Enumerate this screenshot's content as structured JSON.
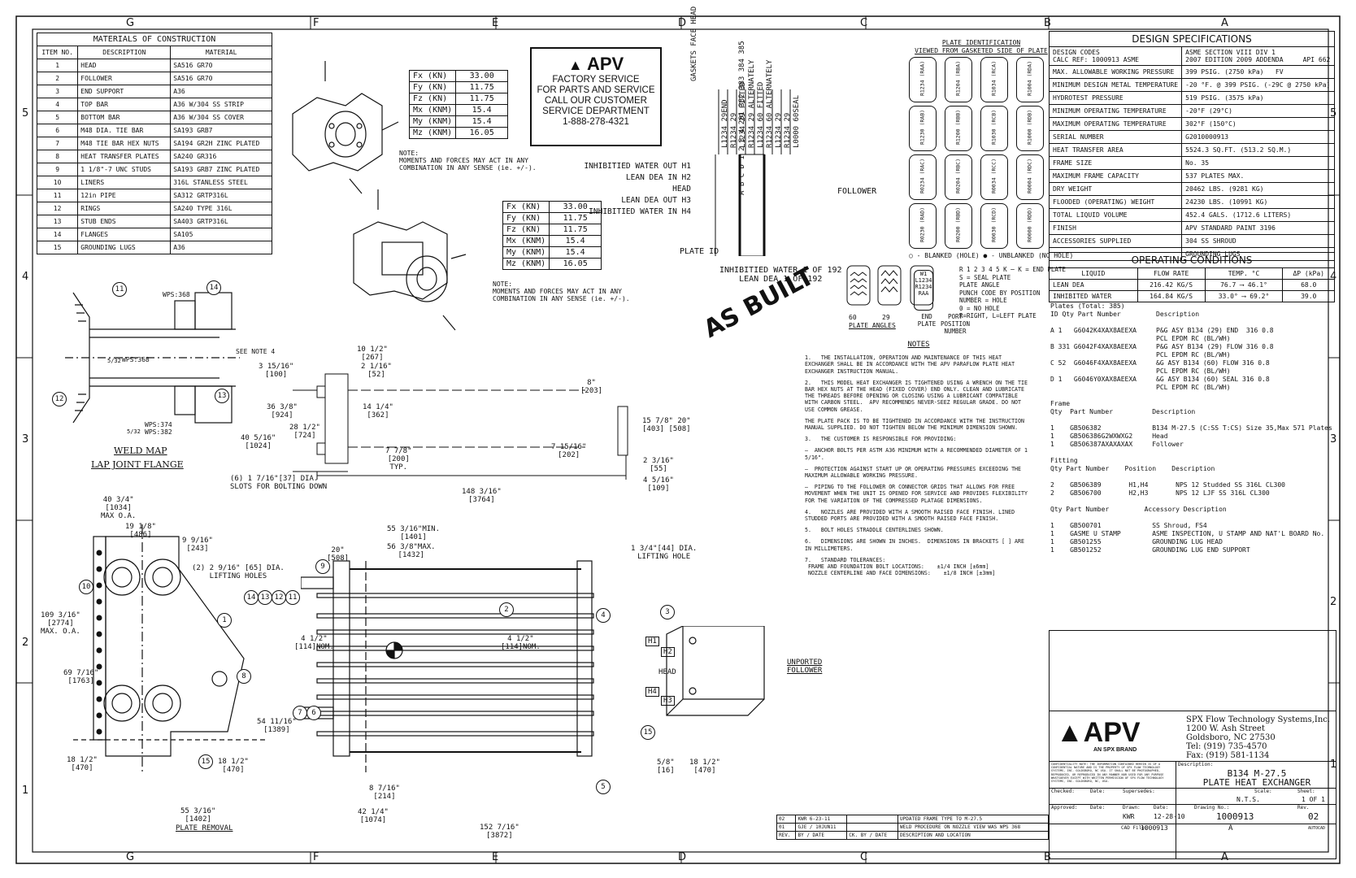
{
  "zones_top": [
    "G",
    "F",
    "E",
    "D",
    "C",
    "B",
    "A"
  ],
  "zones_side": [
    "5",
    "4",
    "3",
    "2",
    "1"
  ],
  "materials": {
    "title": "MATERIALS OF CONSTRUCTION",
    "headers": [
      "ITEM NO.",
      "DESCRIPTION",
      "MATERIAL"
    ],
    "rows": [
      [
        "1",
        "HEAD",
        "SA516 GR70"
      ],
      [
        "2",
        "FOLLOWER",
        "SA516 GR70"
      ],
      [
        "3",
        "END SUPPORT",
        "A36"
      ],
      [
        "4",
        "TOP BAR",
        "A36 W/304 SS STRIP"
      ],
      [
        "5",
        "BOTTOM BAR",
        "A36 W/304 SS COVER"
      ],
      [
        "6",
        "M48 DIA. TIE BAR",
        "SA193 GRB7"
      ],
      [
        "7",
        "M48 TIE BAR HEX NUTS",
        "SA194 GR2H ZINC PLATED"
      ],
      [
        "8",
        "HEAT TRANSFER PLATES",
        "SA240 GR316"
      ],
      [
        "9",
        "1 1/8\"-7 UNC STUDS",
        "SA193 GRB7 ZINC PLATED"
      ],
      [
        "10",
        "LINERS",
        "316L STANLESS STEEL"
      ],
      [
        "11",
        "12in PIPE",
        "SA312 GRTP316L"
      ],
      [
        "12",
        "RINGS",
        "SA240 TYPE 316L"
      ],
      [
        "13",
        "STUB ENDS",
        "SA403 GRTP316L"
      ],
      [
        "14",
        "FLANGES",
        "SA105"
      ],
      [
        "15",
        "GROUNDING LUGS",
        "A36"
      ]
    ]
  },
  "forces": {
    "rows": [
      [
        "Fx (KN)",
        "33.00"
      ],
      [
        "Fy (KN)",
        "11.75"
      ],
      [
        "Fz (KN)",
        "11.75"
      ],
      [
        "Mx (KNM)",
        "15.4"
      ],
      [
        "My (KNM)",
        "15.4"
      ],
      [
        "Mz (KNM)",
        "16.05"
      ]
    ],
    "note": "NOTE:\nMOMENTS AND FORCES MAY ACT IN ANY\nCOMBINATION IN ANY SENSE (ie. +/-)."
  },
  "apv_service": {
    "brand": "APV",
    "lines": [
      "FACTORY SERVICE",
      "FOR PARTS AND SERVICE",
      "CALL OUR CUSTOMER",
      "SERVICE DEPARTMENT",
      "1-888-278-4321"
    ]
  },
  "plate_pack": {
    "vertical_labels": [
      "L1234 29END",
      "R1234 29",
      "L1234 29 FITTED",
      "R1234 29 ALTERNATELY",
      "L1234 60 FITTED",
      "R1234 60 ALTERNATELY",
      "L1234 29",
      "R1234 29",
      "L0000 60SEAL"
    ],
    "left_labels": [
      "INHIBITIED WATER OUT H1",
      "LEAN DEA IN H2",
      "HEAD",
      "LEAN DEA OUT H3",
      "INHIBITIED WATER IN H4"
    ],
    "face_label": "GASKETS FACE HEAD",
    "plate_ids": "A B C D 1 2 3 4 281 382 383 384 385",
    "plate_id_label": "PLATE ID",
    "follower": "FOLLOWER",
    "summary": [
      "INHIBITIED WATER 1 OF 192",
      "LEAN DEA 1 OF 192"
    ]
  },
  "plate_identification": {
    "title": "PLATE IDENTIFICATION",
    "subtitle": "VIEWED FROM GASKETED SIDE OF PLATE",
    "rows": [
      [
        "R1234 (RAA)",
        "R1204 (RBA)",
        "R1034 (RCA)",
        "R1004 (RDA)"
      ],
      [
        "R1230 (RAB)",
        "R1200 (RBB)",
        "R1030 (RCB)",
        "R1000 (RDB)"
      ],
      [
        "R0234 (RAC)",
        "R0204 (RBC)",
        "R0034 (RCC)",
        "R0004 (RDC)"
      ],
      [
        "R0230 (RAD)",
        "R0200 (RBD)",
        "R0030 (RCD)",
        "R0000 (RDD)"
      ]
    ],
    "legend": "○ - BLANKED (HOLE)   ● - UNBLANKED (NO HOLE)",
    "angles": [
      "60",
      "29"
    ],
    "angles_label": "PLATE ANGLES",
    "end_plate": [
      "W1",
      "L1234",
      "R1234",
      "RAA"
    ],
    "bottom_labels": [
      "END PLATE",
      "PORT POSITION NUMBER"
    ],
    "code_lines": [
      "R 1 2 3 4 5 K  ─ K = END PLATE",
      "S = SEAL PLATE",
      "PLATE ANGLE",
      "PUNCH CODE BY POSITION",
      "NUMBER = HOLE",
      "0 = NO HOLE",
      "R=RIGHT, L=LEFT PLATE"
    ]
  },
  "design_specs": {
    "title": "DESIGN SPECIFICATIONS",
    "rows": [
      [
        "DESIGN CODES\nCALC REF: 1000913 ASME",
        "ASME SECTION VIII DIV 1\n2007 EDITION 2009 ADDENDA     API 662"
      ],
      [
        "MAX. ALLOWABLE WORKING PRESSURE",
        "399 PSIG. (2750 kPa)   FV"
      ],
      [
        "MINIMUM DESIGN METAL TEMPERATURE",
        "-20 °F. @ 399 PSIG. (-29C @ 2750 kPa)"
      ],
      [
        "HYDROTEST PRESSURE",
        "519 PSIG. (3575 kPa)"
      ],
      [
        "MINIMUM OPERATING TEMPERATURE",
        "-20°F (29°C)"
      ],
      [
        "MAXIMUM OPERATING TEMPERATURE",
        "302°F (150°C)"
      ],
      [
        "SERIAL NUMBER",
        "G2010000913"
      ],
      [
        "HEAT TRANSFER AREA",
        "5524.3 SQ.FT. (513.2 SQ.M.)"
      ],
      [
        "FRAME SIZE",
        "No. 35"
      ],
      [
        "MAXIMUM FRAME CAPACITY",
        "537 PLATES MAX."
      ],
      [
        "DRY WEIGHT",
        "20462 LBS. (9281 KG)"
      ],
      [
        "FLOODED (OPERATING) WEIGHT",
        "24230 LBS. (10991 KG)"
      ],
      [
        "TOTAL LIQUID VOLUME",
        "452.4 GALS. (1712.6 LITERS)"
      ],
      [
        "FINISH",
        "APV STANDARD PAINT 3196"
      ],
      [
        "ACCESSORIES SUPPLIED",
        "304 SS SHROUD"
      ],
      [
        "",
        "GROUNDING LUGS"
      ]
    ]
  },
  "operating": {
    "title": "OPERATING CONDITIONS",
    "headers": [
      "LIQUID",
      "FLOW RATE",
      "TEMP.  °C",
      "ΔP (kPa)"
    ],
    "rows": [
      [
        "LEAN DEA",
        "216.42 KG/S",
        "76.7 ⟶ 46.1°",
        "68.0"
      ],
      [
        "INHIBITED WATER",
        "164.84 KG/S",
        "33.0° ⟶ 69.2°",
        "39.0"
      ]
    ]
  },
  "parts_list": "Plates (Total: 385)\nID Qty Part Number         Description\n\nA 1   G6042K4XAX8AEEXA     P&G ASY B134 (29) END  316 0.8\n                           PCL EPDM RC (BL/WH)\nB 331 G6042F4XAX8AEEXA     P&G ASY B134 (29) FLOW 316 0.8\n                           PCL EPDM RC (BL/WH)\nC 52  G6046F4XAX8AEEXA     &G ASY B134 (60) FLOW 316 0.8\n                           PCL EPDM RC (BL/WH)\nD 1   G6046Y0XAX8AEEXA     &G ASY B134 (60) SEAL 316 0.8\n                           PCL EPDM RC (BL/WH)\n\nFrame\nQty  Part Number          Description\n\n1    GB506382             B134 M-27.5 (C:SS T:CS) Size 35,Max 571 Plates\n1    GB506386G2WXWXG2     Head\n1    GB506387AXAXAXAX     Follower\n\nFitting\nQty Part Number    Position    Description\n\n2    GB506389       H1,H4       NPS 12 Studded SS 316L CL300\n2    GB506700       H2,H3       NPS 12 LJF SS 316L CL300\n\nQty Part Number         Accessory Description\n\n1    GB500701             SS Shroud, FS4\n1    GASME U STAMP        ASME INSPECTION, U STAMP AND NAT'L BOARD No.\n1    GB501255             GROUNDING LUG HEAD\n1    GB501252             GROUNDING LUG END SUPPORT",
  "notes": {
    "title": "NOTES",
    "items": [
      "1.   THE INSTALLATION, OPERATION AND MAINTENANCE OF THIS HEAT EXCHANGER SHALL BE IN ACCORDANCE WITH THE APV PARAFLOW PLATE HEAT EXCHANGER INSTRUCTION MANUAL.",
      "2.   THIS MODEL HEAT EXCHANGER IS TIGHTENED USING A WRENCH ON THE TIE BAR HEX NUTS AT THE HEAD (FIXED COVER) END ONLY. CLEAN AND LUBRICATE THE THREADS BEFORE OPENING OR CLOSING USING A LUBRICANT COMPATIBLE WITH CARBON STEEL.  APV RECOMMENDS NEVER-SEEZ REGULAR GRADE. DO NOT USE COMMON GREASE.",
      "THE PLATE PACK IS TO BE TIGHTENED IN ACCORDANCE WITH THE INSTRUCTION MANUAL SUPPLIED. DO NOT TIGHTEN BELOW THE MINIMUM DIMENSION SHOWN.",
      "3.   THE CUSTOMER IS RESPONSIBLE FOR PROVIDING:",
      "–  ANCHOR BOLTS PER ASTM A36 MINIMUM WITH A RECOMMENDED DIAMETER OF 1 5/16\".",
      "–  PROTECTION AGAINST START UP OR OPERATING PRESSURES EXCEEDING THE MAXIMUM ALLOWABLE WORKING PRESSURE.",
      "–  PIPING TO THE FOLLOWER OR CONNECTOR GRIDS THAT ALLOWS FOR FREE MOVEMENT WHEN THE UNIT IS OPENED FOR SERVICE AND PROVIDES FLEXIBILITY FOR THE VARIATION OF THE COMPRESSED PLATAGE DIMENSIONS.",
      "4.   NOZZLES ARE PROVIDED WITH A SMOOTH RAISED FACE FINISH. LINED STUDDED PORTS ARE PROVIDED WITH A SMOOTH RAISED FACE FINISH.",
      "5.   BOLT HOLES STRADDLE CENTERLINES SHOWN.",
      "6.   DIMENSIONS ARE SHOWN IN INCHES.  DIMENSIONS IN BRACKETS [ ] ARE IN MILLIMETERS.",
      "7.   STANDARD TOLERANCES:\n FRAME AND FOUNDATION BOLT LOCATIONS:    ±1/4 INCH [±6mm]\n NOZZLE CENTERLINE AND FACE DIMENSIONS:    ±1/8 INCH [±3mm]"
    ]
  },
  "as_built": "AS BUILT",
  "weld_map": {
    "title1": "WELD MAP",
    "title2": "LAP JOINT FLANGE",
    "wps": [
      "WPS:368",
      "WPS:368",
      "WPS:374",
      "WPS:382"
    ],
    "fillets": [
      "5/32",
      "5/32"
    ],
    "see_note": "SEE NOTE 4",
    "balloons": [
      "11",
      "14",
      "12",
      "13"
    ]
  },
  "dims": {
    "d1": "10 1/2\"\n[267]",
    "d2": "3 15/16\"\n[100]",
    "d3": "2 1/16\"\n[52]",
    "d4": "36 3/8\"\n[924]",
    "d5": "14 1/4\"\n[362]",
    "d6": "28 1/2\"\n[724]",
    "d7": "40 5/16\"\n[1024]",
    "d8": "7 7/8\"\n[200]\nTYP.",
    "d9": "(6) 1 7/16\"[37] DIA.\nSLOTS FOR BOLTING DOWN",
    "d10": "148 3/16\"\n[3764]",
    "d11": "8\"\n[203]",
    "d12": "15 7/8\" 20\"\n[403] [508]",
    "d13": "7 15/16\"\n[202]",
    "d14": "2 3/16\"\n[55]",
    "d15": "4 5/16\"\n[109]",
    "f1": "40 3/4\"\n[1034]\nMAX O.A.",
    "f2": "19 1/8\"\n[486]",
    "f3": "9 9/16\"\n[243]",
    "f4": "(2) 2 9/16\" [65] DIA.\nLIFTING HOLES",
    "f5": "109 3/16\"\n[2774]\nMAX. O.A.",
    "f6": "69 7/16\"\n[1763]",
    "f7": "18 1/2\"\n[470]",
    "f8": "18 1/2\"\n[470]",
    "f9": "55 3/16\"\n[1402]",
    "f10": "PLATE REMOVAL",
    "s1": "55 3/16\"MIN.\n[1401]",
    "s2": "56 3/8\"MAX.\n[1432]",
    "s3": "20\"\n[508]",
    "s4": "1 3/4\"[44] DIA.\nLIFTING HOLE",
    "s5": "4 1/2\"\n[114]NOM.",
    "s6": "4 1/2\"\n[114]NOM.",
    "s7": "54 11/16\"\n[1389]",
    "s8": "5/8\"\n[16]",
    "s9": "18 1/2\"\n[470]",
    "s10": "8 7/16\"\n[214]",
    "s11": "42 1/4\"\n[1074]",
    "s12": "152 7/16\"\n[3872]",
    "h_labels": [
      "H1",
      "H2",
      "H3",
      "H4"
    ],
    "head_lbl": "HEAD",
    "unported": "UNPORTED\nFOLLOWER"
  },
  "title_block": {
    "company": "SPX Flow Technology Systems,Inc.",
    "address1": "1200 W. Ash Street",
    "address2": "Goldsboro, NC   27530",
    "tel": "Tel: (919) 735-4570",
    "fax": "Fax: (919) 581-1134",
    "brand": "APV",
    "brand_sub": "AN SPX BRAND",
    "confidential": "CONFIDENTIALITY NOTE: THE INFORMATION CONTAINED HEREIN IS OF A CONFIDENTIAL NATURE AND IS THE PROPERTY OF SPX FLOW TECHNOLOGY SYSTEMS, INC. GOLDSBORO, NC USA. IT SHALL NOT BE PHOTOGRAPHED, REPRODUCED, OR REPRODUCED IN ANY MANNER NOR USED FOR ANY PURPOSE WHATSOEVER EXCEPT WITH WRITTEN PERMISSION OF SPX FLOW TECHNOLOGY SYSTEMS, INC. GOLDSBORO, NC, USA.",
    "description_label": "Description:",
    "description": "B134 M-27.5\nPLATE HEAT EXCHANGER",
    "checked": "Checked:",
    "date": "Date:",
    "supersedes": "Supersedes:",
    "scale_label": "Scale:",
    "scale": "N.T.S.",
    "sheet_label": "Sheet:",
    "sheet": "1 OF 1",
    "approved": "Approved:",
    "drawn_label": "Drawn:",
    "drawn": "KWR",
    "date2": "12-28-10",
    "drawing_no_label": "Drawing No.:",
    "drawing_no": "1000913",
    "rev_label": "Rev.",
    "rev": "02",
    "cad": "CAD File:",
    "cad_file": "1000913",
    "sz": "A",
    "autocad": "AUTOCAD"
  },
  "revisions": {
    "rows": [
      [
        "02",
        "KWR 6-23-11",
        "",
        "UPDATED FRAME TYPE TO M-27.5"
      ],
      [
        "01",
        "GJE / 10JUN11",
        "",
        "WELD PROCEDURE ON NOZZLE VIEW WAS WPS 368"
      ]
    ],
    "headers": [
      "REV.",
      "BY / DATE",
      "CK. BY / DATE",
      "DESCRIPTION AND LOCATION"
    ]
  },
  "balloons_side": [
    "9",
    "14",
    "13",
    "12",
    "11",
    "2",
    "4",
    "3",
    "7",
    "6",
    "5",
    "15"
  ],
  "balloons_front": [
    "10",
    "1",
    "8",
    "15"
  ]
}
